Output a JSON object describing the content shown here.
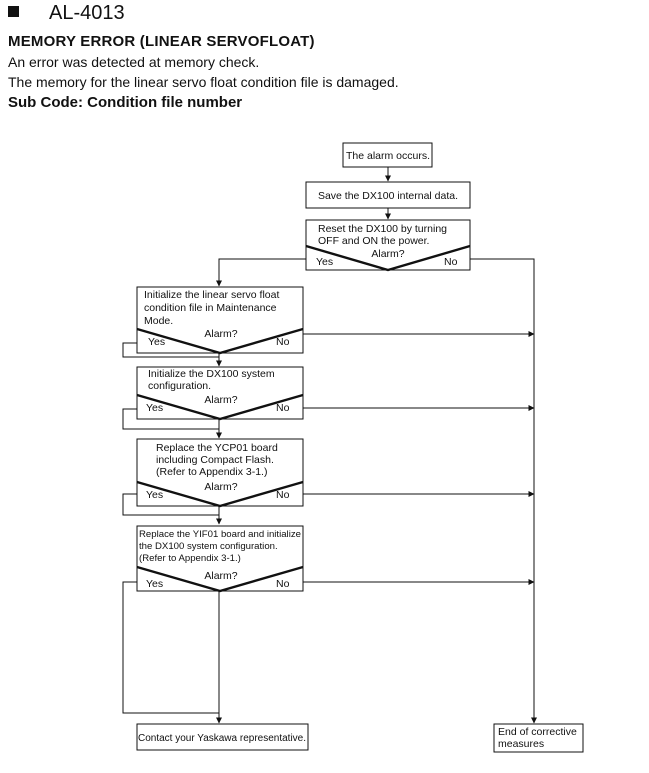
{
  "header": {
    "alarm_code": "AL-4013",
    "title": "MEMORY ERROR (LINEAR SERVOFLOAT)",
    "line1": "An error was detected at memory check.",
    "line2": "The memory for the linear servo float condition file is damaged.",
    "sub_code": "Sub Code: Condition file number"
  },
  "flow": {
    "start": "The alarm occurs.",
    "save": "Save the DX100 internal data.",
    "reset": [
      "Reset the DX100 by turning",
      "OFF and ON the power."
    ],
    "init_file": [
      "Initialize the linear servo float",
      "condition file in Maintenance",
      "Mode."
    ],
    "init_system": [
      "Initialize the DX100 system",
      "configuration."
    ],
    "replace_ycp": [
      "Replace the YCP01 board",
      "including Compact Flash.",
      "(Refer to Appendix 3-1.)"
    ],
    "replace_yif": [
      "Replace the YIF01 board and initialize",
      "the DX100 system configuration.",
      "(Refer to Appendix 3-1.)"
    ],
    "contact": "Contact your Yaskawa representative.",
    "end": [
      "End of corrective",
      "measures"
    ],
    "decision": "Alarm?",
    "yes": "Yes",
    "no": "No"
  }
}
